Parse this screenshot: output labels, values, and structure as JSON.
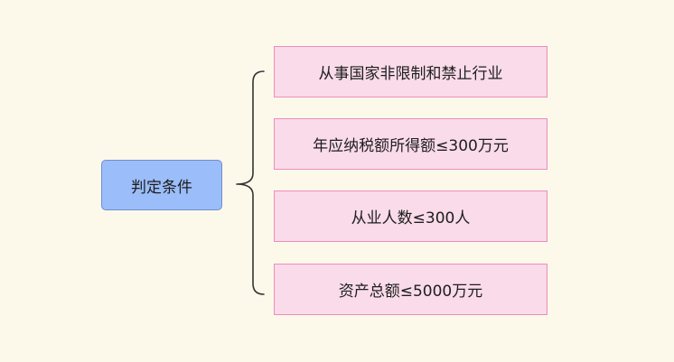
{
  "diagram": {
    "root": {
      "label": "判定条件"
    },
    "children": [
      {
        "label": "从事国家非限制和禁止行业"
      },
      {
        "label": "年应纳税额所得额≤300万元"
      },
      {
        "label": "从业人数≤300人"
      },
      {
        "label": "资产总额≤5000万元"
      }
    ],
    "colors": {
      "background": "#fcf9ea",
      "root_fill": "#9bbdf9",
      "root_border": "#6f8fce",
      "child_fill": "#f9dbe9",
      "child_border": "#ef8cbd",
      "connector": "#333333"
    }
  }
}
